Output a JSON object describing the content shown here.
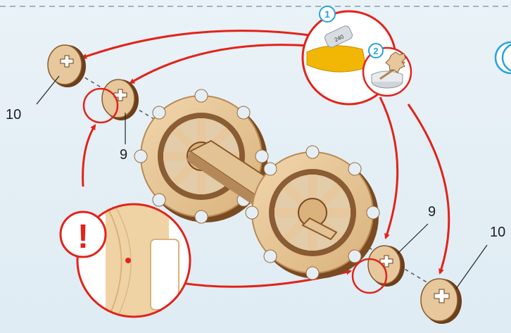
{
  "labels": {
    "part_10_left": "10",
    "part_9_left": "9",
    "part_9_right": "9",
    "part_10_right": "10"
  },
  "steps": {
    "step_1": "1",
    "step_2": "2"
  },
  "sandpaper_grit": "240",
  "warning_symbol": "!",
  "colors": {
    "arrow_red": "#e2231a",
    "badge_blue": "#29a3dc",
    "wood": "#e7c79c",
    "wood_dark": "#7a4a22",
    "background": "#e4eef5"
  }
}
